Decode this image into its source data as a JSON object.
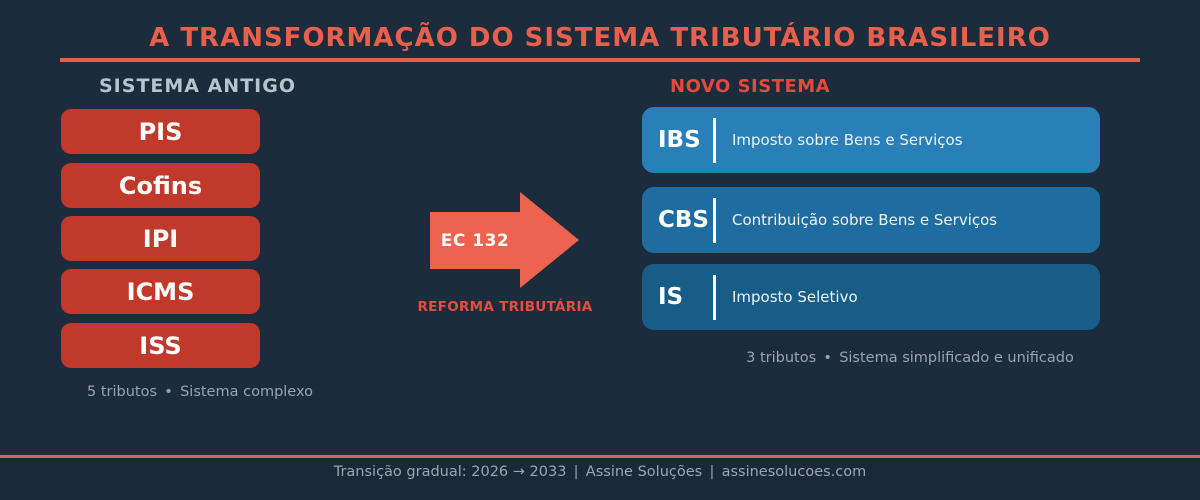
{
  "title": "A TRANSFORMAÇÃO DO SISTEMA TRIBUTÁRIO BRASILEIRO",
  "colors": {
    "background": "#1d2c3d",
    "accent_coral": "#e8604c",
    "arrow": "#ec6450",
    "old_tax_red": "#c0392b",
    "old_heading_gray": "#b8c3cc",
    "muted_text": "#98a4ad",
    "new_tax_blues": [
      "#2980b9",
      "#1f6da0",
      "#175d87"
    ]
  },
  "old_system": {
    "heading": "SISTEMA ANTIGO",
    "taxes": [
      "PIS",
      "Cofins",
      "IPI",
      "ICMS",
      "ISS"
    ],
    "caption": "5 tributos • Sistema complexo"
  },
  "transition": {
    "arrow_label": "EC 132",
    "caption": "REFORMA TRIBUTÁRIA"
  },
  "new_system": {
    "heading": "NOVO SISTEMA",
    "taxes": [
      {
        "acronym": "IBS",
        "description": "Imposto sobre Bens e Serviços",
        "color": "#2980b9"
      },
      {
        "acronym": "CBS",
        "description": "Contribuição sobre Bens e Serviços",
        "color": "#1f6da0"
      },
      {
        "acronym": "IS",
        "description": "Imposto Seletivo",
        "color": "#175d87"
      }
    ],
    "caption": "3 tributos • Sistema simplificado e unificado"
  },
  "footer": {
    "text": "Transição gradual: 2026 → 2033 | Assine Soluções | assinesolucoes.com"
  }
}
